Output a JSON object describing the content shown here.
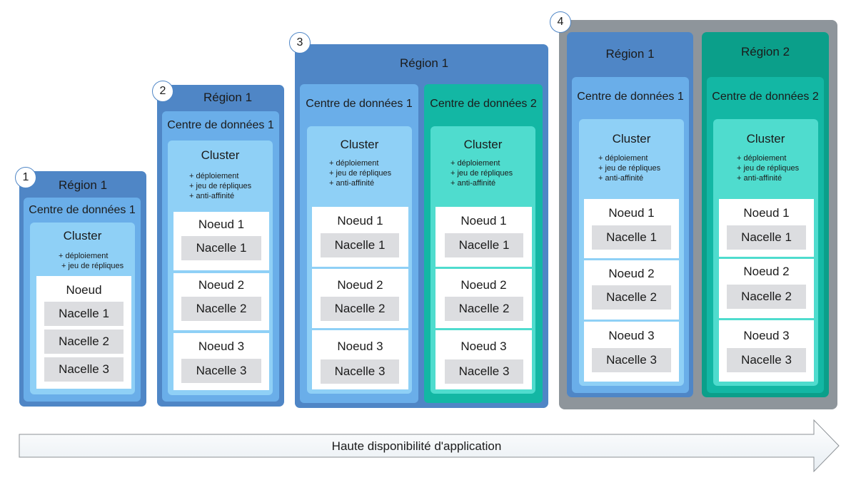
{
  "stages": [
    {
      "number": "1",
      "region": "Région 1",
      "datacenters": [
        {
          "name": "Centre de données 1",
          "cluster": "Cluster",
          "features": [
            "+ déploiement",
            "+ jeu de répliques"
          ],
          "nodes": [
            {
              "name": "Noeud",
              "pods": [
                "Nacelle 1",
                "Nacelle 2",
                "Nacelle 3"
              ]
            }
          ]
        }
      ]
    },
    {
      "number": "2",
      "region": "Région 1",
      "datacenters": [
        {
          "name": "Centre de données 1",
          "cluster": "Cluster",
          "features": [
            "+ déploiement",
            "+ jeu de répliques",
            "+ anti-affinité"
          ],
          "nodes": [
            {
              "name": "Noeud 1",
              "pods": [
                "Nacelle 1"
              ]
            },
            {
              "name": "Noeud 2",
              "pods": [
                "Nacelle 2"
              ]
            },
            {
              "name": "Noeud 3",
              "pods": [
                "Nacelle 3"
              ]
            }
          ]
        }
      ]
    },
    {
      "number": "3",
      "region": "Région 1",
      "datacenters": [
        {
          "name": "Centre de données 1",
          "cluster": "Cluster",
          "features": [
            "+ déploiement",
            "+ jeu de répliques",
            "+ anti-affinité"
          ],
          "nodes": [
            {
              "name": "Noeud 1",
              "pods": [
                "Nacelle 1"
              ]
            },
            {
              "name": "Noeud 2",
              "pods": [
                "Nacelle 2"
              ]
            },
            {
              "name": "Noeud 3",
              "pods": [
                "Nacelle 3"
              ]
            }
          ]
        },
        {
          "name": "Centre de données 2",
          "cluster": "Cluster",
          "features": [
            "+ déploiement",
            "+ jeu de répliques",
            "+ anti-affinité"
          ],
          "nodes": [
            {
              "name": "Noeud 1",
              "pods": [
                "Nacelle 1"
              ]
            },
            {
              "name": "Noeud 2",
              "pods": [
                "Nacelle 2"
              ]
            },
            {
              "name": "Noeud 3",
              "pods": [
                "Nacelle 3"
              ]
            }
          ]
        }
      ]
    },
    {
      "number": "4",
      "regions": [
        {
          "region": "Région 1",
          "datacenter": "Centre de données 1",
          "cluster": "Cluster",
          "features": [
            "+ déploiement",
            "+ jeu de répliques",
            "+ anti-affinité"
          ],
          "nodes": [
            {
              "name": "Noeud 1",
              "pods": [
                "Nacelle 1"
              ]
            },
            {
              "name": "Noeud 2",
              "pods": [
                "Nacelle 2"
              ]
            },
            {
              "name": "Noeud 3",
              "pods": [
                "Nacelle 3"
              ]
            }
          ]
        },
        {
          "region": "Région 2",
          "datacenter": "Centre de données 2",
          "cluster": "Cluster",
          "features": [
            "+ déploiement",
            "+ jeu de répliques",
            "+ anti-affinité"
          ],
          "nodes": [
            {
              "name": "Noeud 1",
              "pods": [
                "Nacelle 1"
              ]
            },
            {
              "name": "Noeud 2",
              "pods": [
                "Nacelle 2"
              ]
            },
            {
              "name": "Noeud 3",
              "pods": [
                "Nacelle 3"
              ]
            }
          ]
        }
      ]
    }
  ],
  "arrow_label": "Haute disponibilité d'application",
  "colors": {
    "region_blue": "#4f86c6",
    "dc_blue": "#6aaee9",
    "cluster_blue": "#8fd0f6",
    "region_teal": "#0b9f8a",
    "dc_teal": "#13b7a4",
    "cluster_teal": "#4fdcce",
    "outer_grey": "#8e959b",
    "pod_grey": "#dcdde0"
  }
}
